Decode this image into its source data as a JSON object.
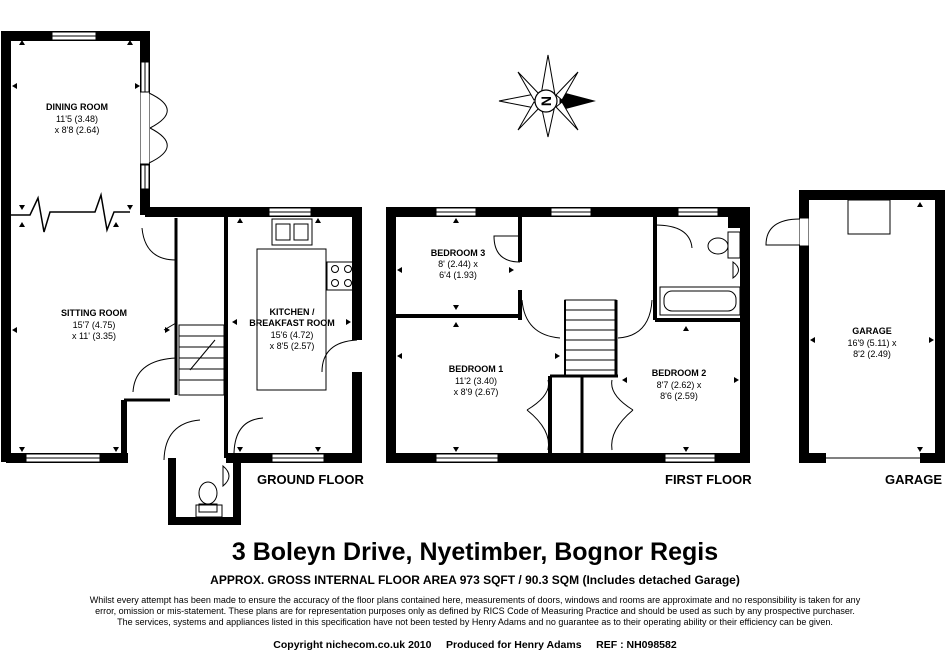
{
  "rooms": {
    "dining": {
      "name": "DINING ROOM",
      "dim1": "11'5 (3.48)",
      "dim2": "x 8'8 (2.64)"
    },
    "sitting": {
      "name": "SITTING ROOM",
      "dim1": "15'7 (4.75)",
      "dim2": "x 11' (3.35)"
    },
    "kitchen": {
      "name1": "KITCHEN /",
      "name2": "BREAKFAST ROOM",
      "dim1": "15'6 (4.72)",
      "dim2": "x 8'5 (2.57)"
    },
    "bedroom3": {
      "name": "BEDROOM 3",
      "dim1": "8' (2.44) x",
      "dim2": "6'4 (1.93)"
    },
    "bedroom1": {
      "name": "BEDROOM 1",
      "dim1": "11'2 (3.40)",
      "dim2": "x 8'9 (2.67)"
    },
    "bedroom2": {
      "name": "BEDROOM 2",
      "dim1": "8'7 (2.62) x",
      "dim2": "8'6 (2.59)"
    },
    "garage": {
      "name": "GARAGE",
      "dim1": "16'9 (5.11) x",
      "dim2": "8'2 (2.49)"
    }
  },
  "floors": {
    "ground": "GROUND FLOOR",
    "first": "FIRST FLOOR",
    "garage": "GARAGE"
  },
  "compass": {
    "letter": "N"
  },
  "footer": {
    "address": "3 Boleyn Drive, Nyetimber, Bognor Regis",
    "area": "APPROX. GROSS INTERNAL FLOOR AREA 973 SQFT / 90.3 SQM (Includes detached Garage)",
    "disclaimer": [
      "Whilst every attempt has been made to ensure the accuracy of the floor plans contained here, measurements of doors, windows and rooms are approximate and no responsibility is taken for any",
      "error, omission or mis-statement.  These plans are for representation purposes only as defined by RICS Code of Measuring Practice and should be used as such by any prospective purchaser.",
      "The services, systems and appliances listed in this specification have not been tested by Henry Adams and no guarantee as to their operating ability or their efficiency can be given."
    ],
    "copyright": "Copyright nichecom.co.uk 2010     Produced for Henry Adams     REF : NH098582"
  }
}
